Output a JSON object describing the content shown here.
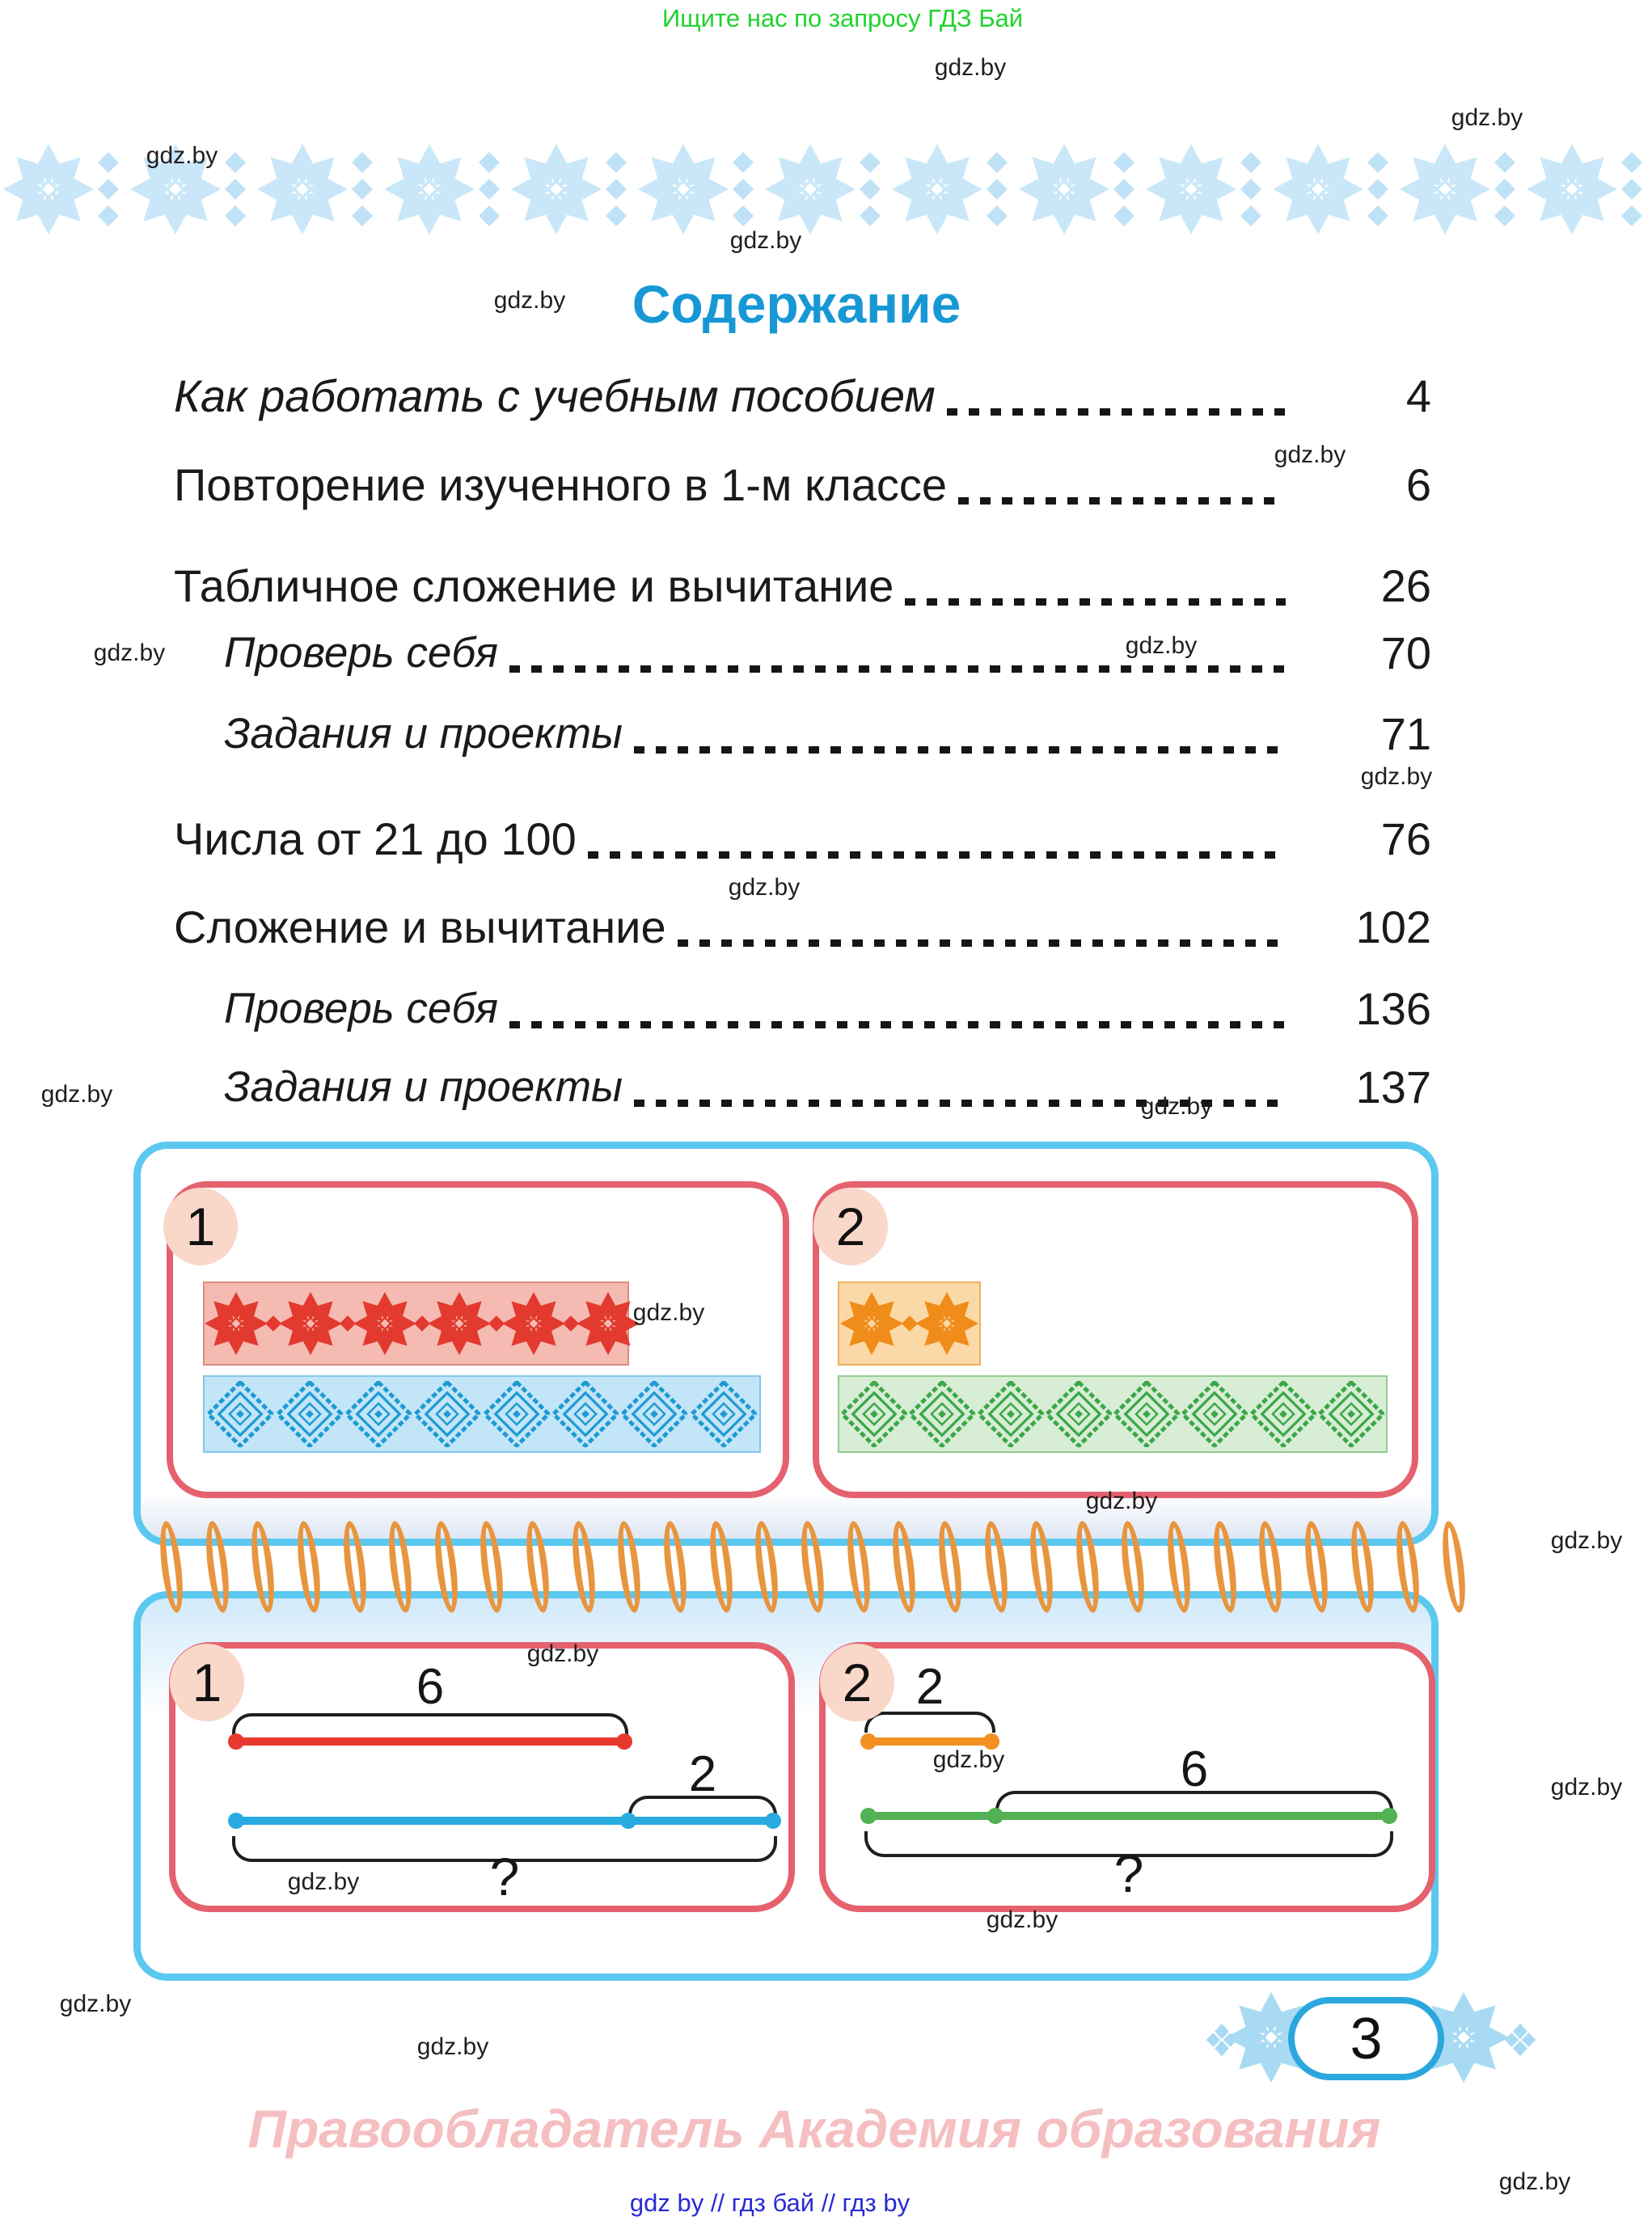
{
  "misc": {
    "watermark": "gdz.by"
  },
  "header": {
    "promo": "Ищите нас по запросу ГДЗ Бай"
  },
  "title": "Содержание",
  "toc": {
    "items": [
      {
        "label": "Как работать с учебным пособием",
        "page": "4"
      },
      {
        "label": "Повторение изученного в 1-м классе",
        "page": "6"
      },
      {
        "label": "Табличное сложение и вычитание",
        "page": "26"
      },
      {
        "label": "Проверь себя",
        "page": "70"
      },
      {
        "label": "Задания и проекты",
        "page": "71"
      },
      {
        "label": "Числа от 21 до 100",
        "page": "76"
      },
      {
        "label": "Сложение и вычитание",
        "page": "102"
      },
      {
        "label": "Проверь себя",
        "page": "136"
      },
      {
        "label": "Задания и проекты",
        "page": "137"
      }
    ]
  },
  "notebook": {
    "coil_count": 29,
    "band_tiles": 13,
    "top_tasks": [
      {
        "number": "1",
        "strips": [
          {
            "name": "red-stars",
            "count": 6
          },
          {
            "name": "blue-diamonds",
            "count": 8
          }
        ]
      },
      {
        "number": "2",
        "strips": [
          {
            "name": "orange-stars",
            "count": 2
          },
          {
            "name": "green-diamonds",
            "count": 8
          }
        ]
      }
    ],
    "bottom_tasks": [
      {
        "number": "1",
        "label_a": "6",
        "label_b": "2",
        "label_total": "?"
      },
      {
        "number": "2",
        "label_a": "2",
        "label_b": "6",
        "label_total": "?"
      }
    ]
  },
  "footer": {
    "page_number": "3",
    "copyright": "Правообладатель Академия образования",
    "links": "gdz by  //  гдз бай  //  гдз by"
  },
  "colors": {
    "title_blue": "#1798d5",
    "promo_green": "#1ed42c",
    "notebook_border": "#5bc8f0",
    "task_border": "#e5616e",
    "badge_pink": "#f9d7c9",
    "red_motif": "#e23a2f",
    "red_bg": "#f5bab2",
    "blue_motif": "#1f9ad2",
    "blue_bg": "#c2e5f8",
    "orange_motif": "#ef8c1a",
    "orange_bg": "#fbd9a6",
    "green_motif": "#3ba748",
    "green_bg": "#d8edd5",
    "seg_red": "#e8392e",
    "seg_blue": "#29abe2",
    "seg_orange": "#f29022",
    "seg_green": "#52b152",
    "coil_orange": "#e8953f",
    "band_blue": "#c9e7f8",
    "band_blue2": "#bfe2f6",
    "pill_border": "#2ba7de",
    "snow_blue": "#a9daf3",
    "copyright_pink": "#f5bfc1",
    "links_blue": "#2a2ad4"
  }
}
